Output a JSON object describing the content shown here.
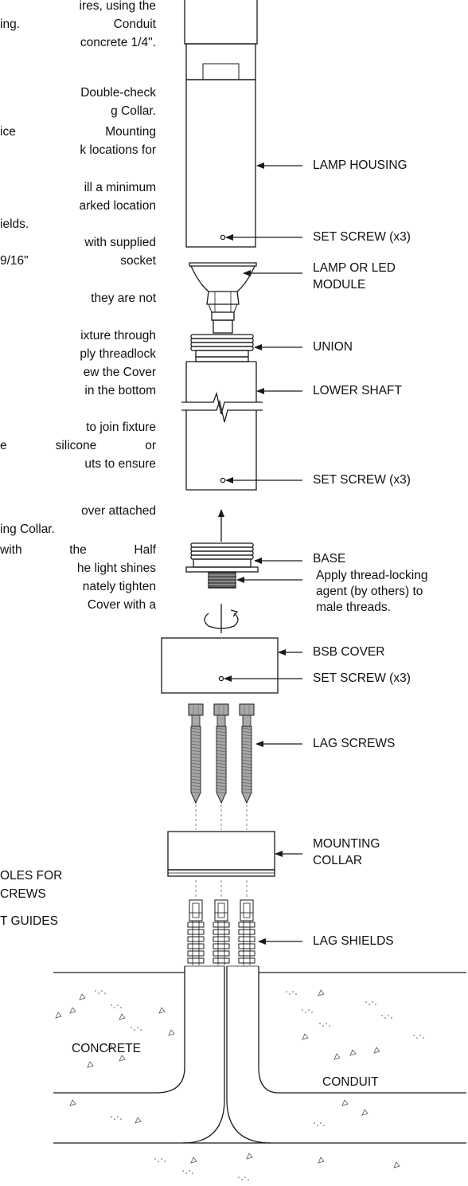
{
  "instructions": {
    "lines": [
      "ires, using the",
      "ing.  Conduit",
      "concrete 1/4\".",
      "Double-check",
      "g Collar.",
      "ice  Mounting",
      "k locations for",
      "ill a minimum",
      "arked location",
      "ields.",
      "with supplied",
      "9/16\"  socket",
      " they are not",
      "ixture through",
      "ply threadlock",
      "ew the Cover",
      "in the bottom",
      "to join fixture",
      "e  silicone  or",
      "uts to ensure",
      "over attached",
      "ing Collar.",
      "with  the  Half",
      "he light shines",
      "nately tighten",
      " Cover with a"
    ],
    "left_notes": [
      "OLES FOR",
      "CREWS",
      "T GUIDES"
    ]
  },
  "labels": {
    "lamp_housing": "LAMP HOUSING",
    "set_screw_1": "SET SCREW (x3)",
    "lamp_module_1": "LAMP OR LED",
    "lamp_module_2": "MODULE",
    "union": "UNION",
    "lower_shaft": "LOWER SHAFT",
    "set_screw_2": "SET SCREW (x3)",
    "base": "BASE",
    "base_note_1": "Apply thread-locking",
    "base_note_2": "agent (by others) to",
    "base_note_3": "male threads.",
    "bsb_cover": "BSB COVER",
    "set_screw_3": "SET SCREW (x3)",
    "lag_screws": "LAG SCREWS",
    "mounting_collar_1": "MOUNTING",
    "mounting_collar_2": "COLLAR",
    "lag_shields": "LAG SHIELDS",
    "concrete": "CONCRETE",
    "conduit": "CONDUIT"
  },
  "colors": {
    "line": "#1a1a1a",
    "screw_metal": "#a8a8a8",
    "screw_dark": "#6e6e6e"
  }
}
